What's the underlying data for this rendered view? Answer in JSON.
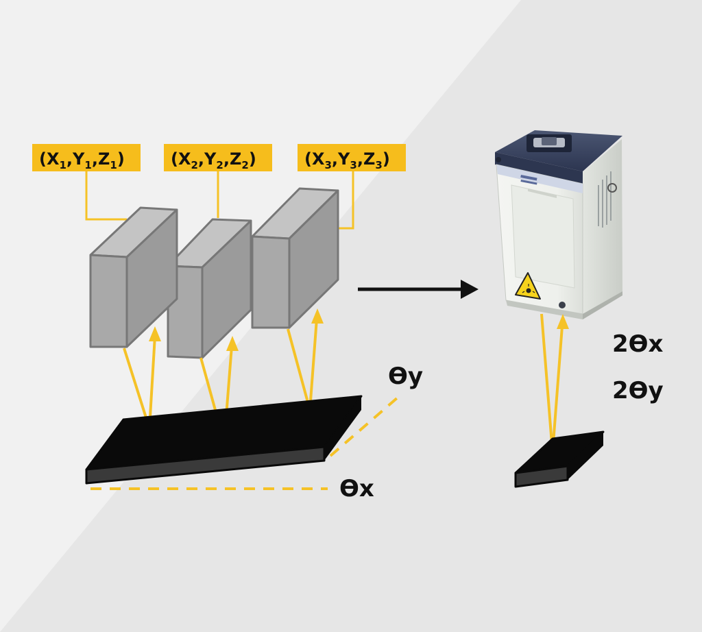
{
  "labels": {
    "sensor1": {
      "open": "(X",
      "x_sub": "1",
      "y": ",Y",
      "y_sub": "1",
      "z": ",Z",
      "z_sub": "1",
      "close": ")"
    },
    "sensor2": {
      "open": "(X",
      "x_sub": "2",
      "y": ",Y",
      "y_sub": "2",
      "z": ",Z",
      "z_sub": "2",
      "close": ")"
    },
    "sensor3": {
      "open": "(X",
      "x_sub": "3",
      "y": ",Y",
      "y_sub": "3",
      "z": ",Z",
      "z_sub": "3",
      "close": ")"
    }
  },
  "angles": {
    "theta_y": "ϴy",
    "theta_x": "ϴx",
    "two_theta_x": "2ϴx",
    "two_theta_y": "2ϴy"
  },
  "colors": {
    "background_light": "#f1f1f1",
    "background_dark": "#e6e6e6",
    "label_fill": "#f6bd1c",
    "beam": "#f5c227",
    "sensor_front": "#a9a9a9",
    "sensor_side": "#9b9b9b",
    "sensor_top": "#c4c4c4",
    "sensor_edge": "#777777",
    "plate": "#0a0a0a",
    "plate_edge": "#3a3a3a",
    "arrow": "#111111"
  },
  "icons": {
    "device": "laser-sensor-device-icon",
    "warning": "laser-warning-icon"
  }
}
